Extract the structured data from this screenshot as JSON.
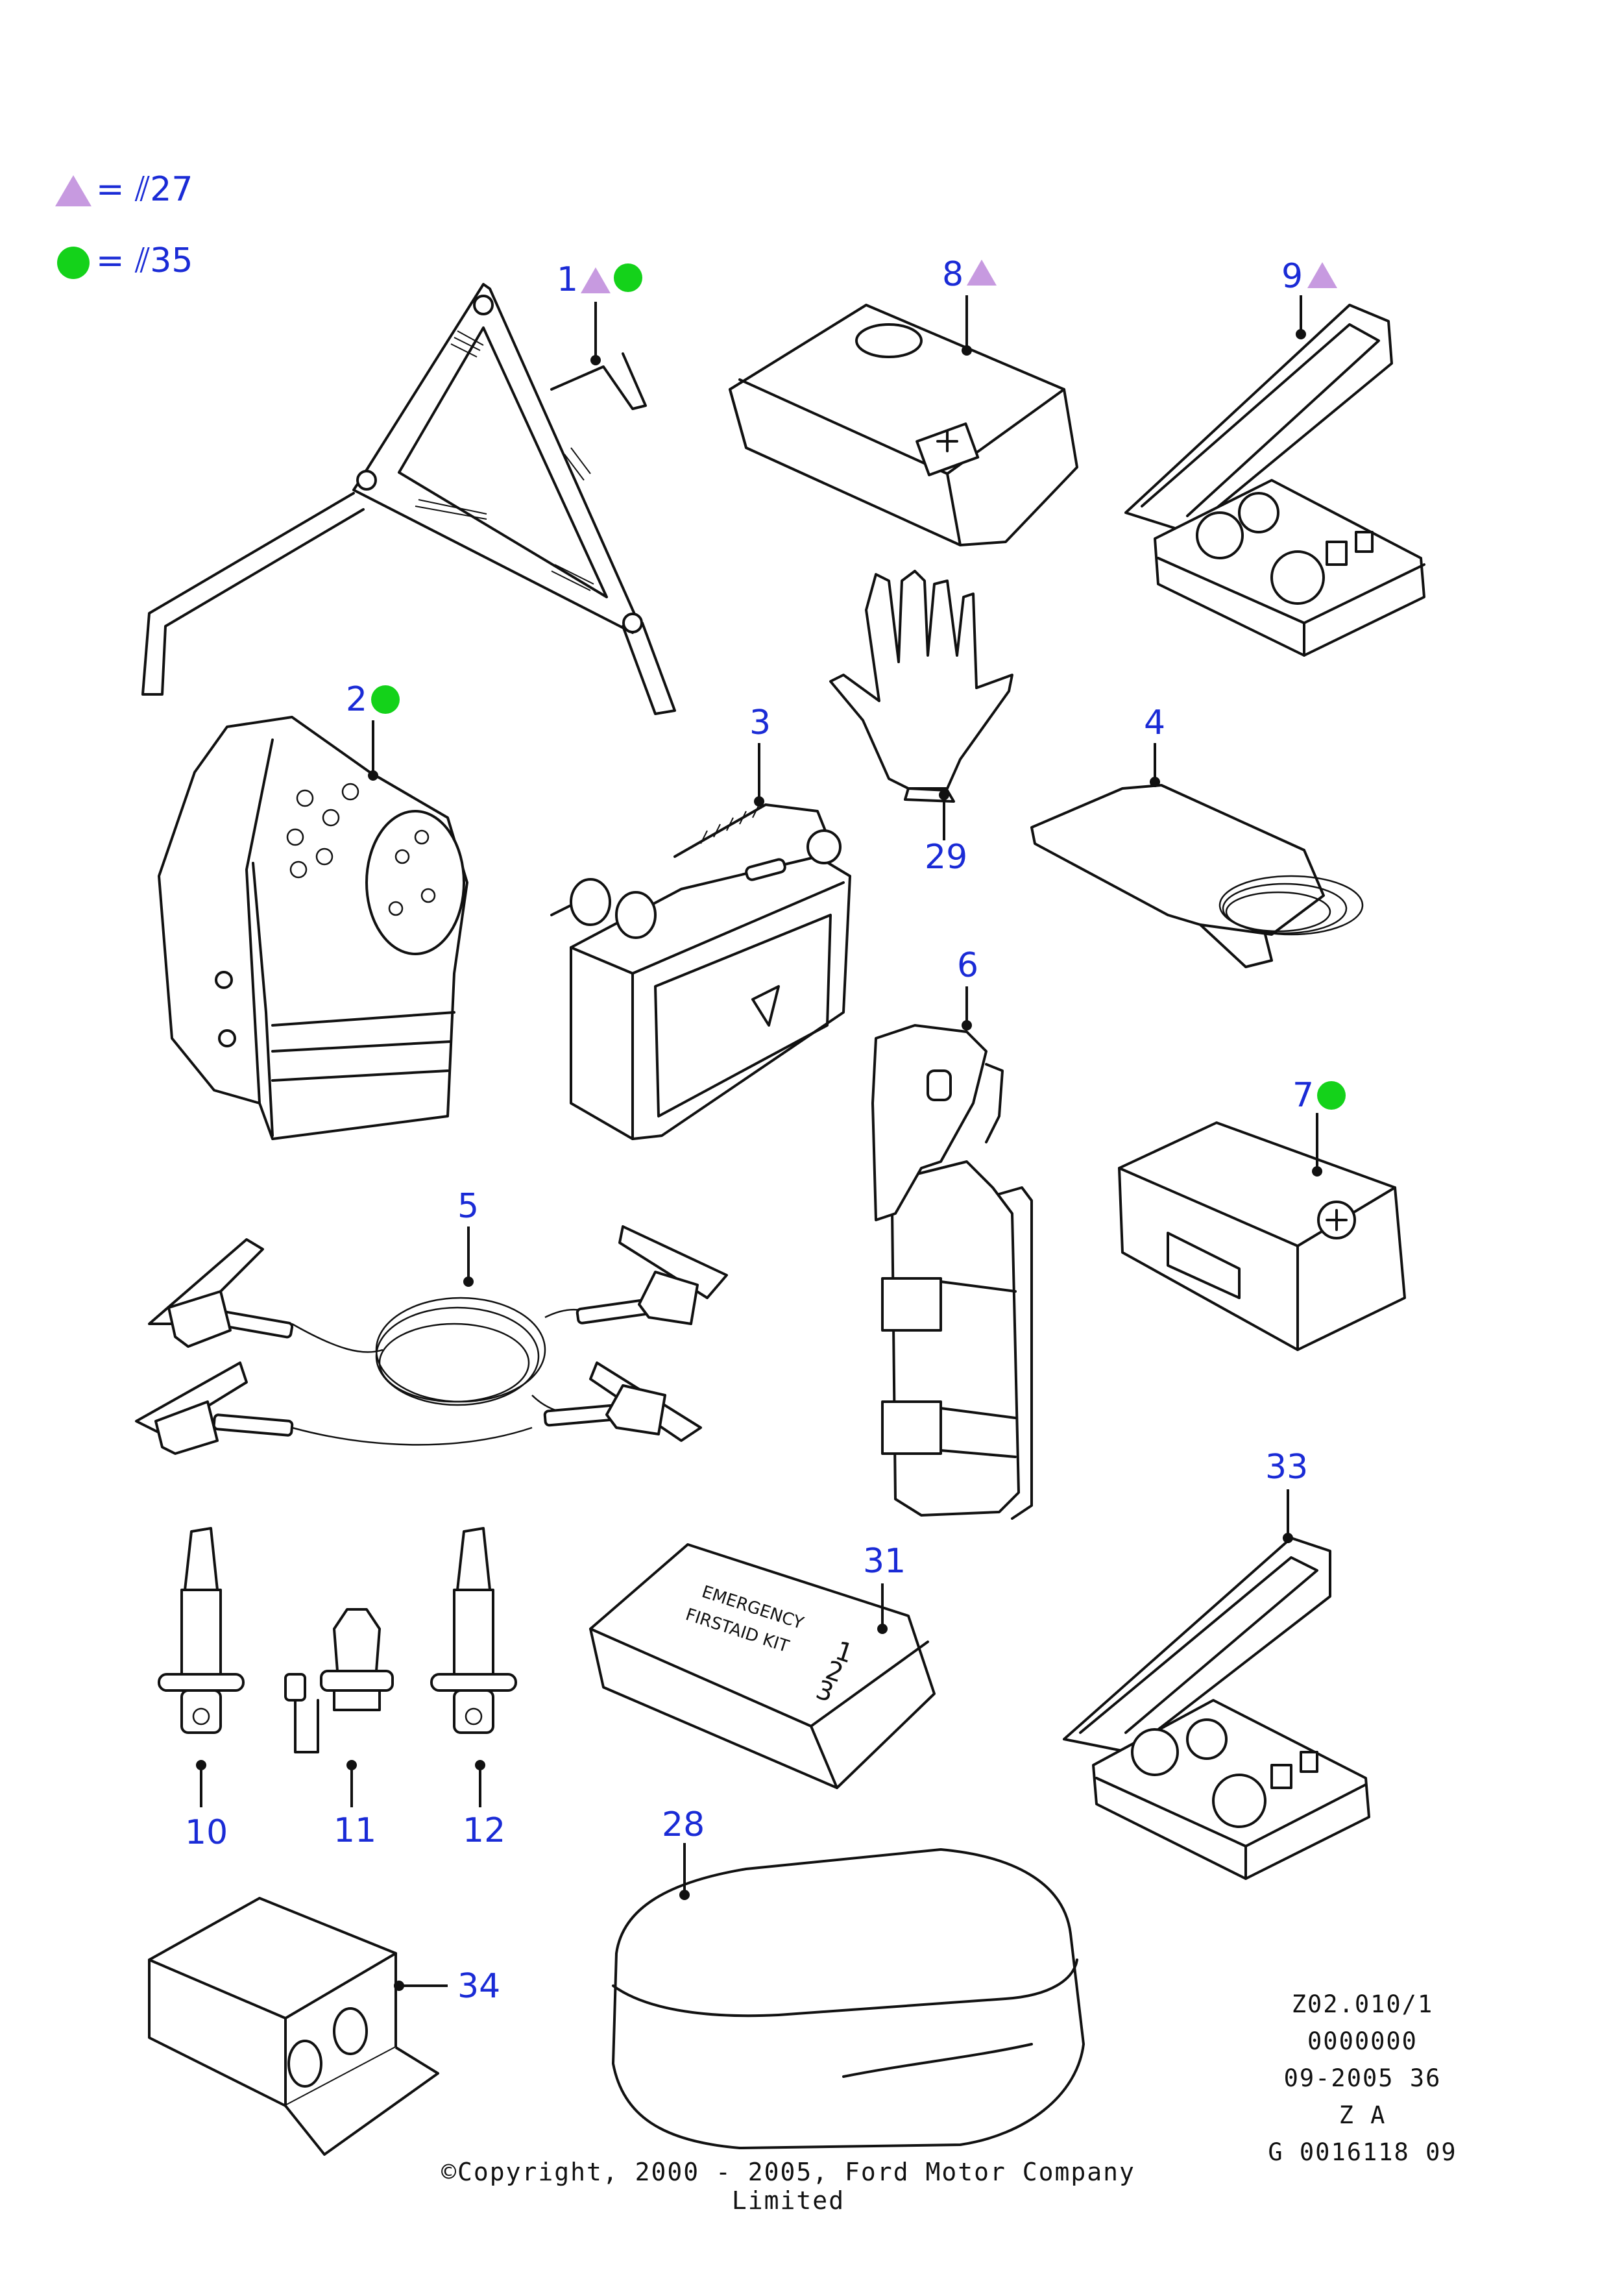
{
  "legend": [
    {
      "symbol": "triangle-icon",
      "color": "#c79ae0",
      "label": "= ⫽27",
      "text": "27"
    },
    {
      "symbol": "circle-icon",
      "color": "#14d21a",
      "label": "= ⫽35",
      "text": "35"
    }
  ],
  "parts": [
    {
      "number": "1",
      "markers": [
        "triangle",
        "circle"
      ]
    },
    {
      "number": "2",
      "markers": [
        "circle"
      ]
    },
    {
      "number": "3",
      "markers": []
    },
    {
      "number": "4",
      "markers": []
    },
    {
      "number": "5",
      "markers": []
    },
    {
      "number": "6",
      "markers": []
    },
    {
      "number": "7",
      "markers": [
        "circle"
      ]
    },
    {
      "number": "8",
      "markers": [
        "triangle"
      ]
    },
    {
      "number": "9",
      "markers": [
        "triangle"
      ]
    },
    {
      "number": "10",
      "markers": []
    },
    {
      "number": "11",
      "markers": []
    },
    {
      "number": "12",
      "markers": []
    },
    {
      "number": "28",
      "markers": []
    },
    {
      "number": "29",
      "markers": []
    },
    {
      "number": "31",
      "markers": []
    },
    {
      "number": "33",
      "markers": []
    },
    {
      "number": "34",
      "markers": []
    }
  ],
  "first_aid_kit_text": {
    "line1": "EMERGENCY",
    "line2": "FIRSTAID KIT",
    "digits": [
      "1",
      "2",
      "3"
    ]
  },
  "reference": [
    "Z02.010/1",
    "0000000",
    "09-2005 36",
    "Z A",
    "G 0016118 09"
  ],
  "copyright": "©Copyright, 2000 - 2005, Ford Motor Company Limited",
  "colors": {
    "callout": "#1a2bd6",
    "triangle": "#c79ae0",
    "circle": "#14d21a",
    "line": "#111111"
  }
}
